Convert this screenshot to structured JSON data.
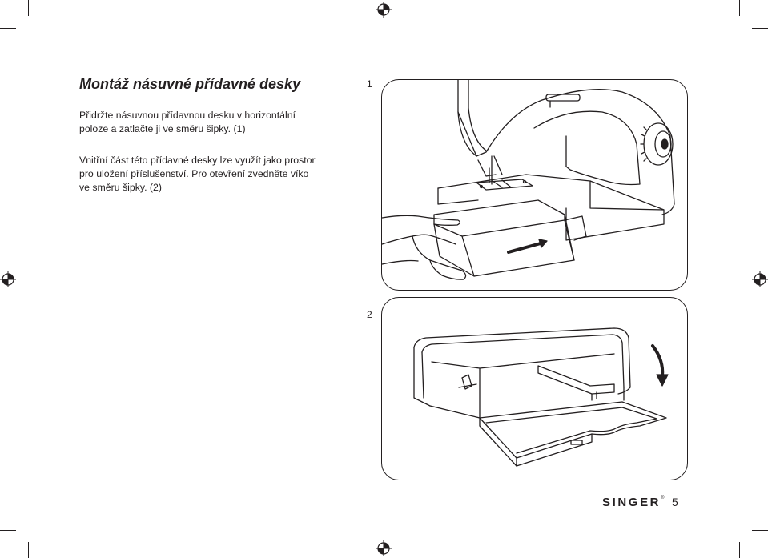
{
  "page": {
    "title": "Montáž násuvné přídavné desky",
    "paragraph1": [
      "Přidržte násuvnou přídavnou desku v horizontální",
      "poloze a zatlačte ji ve směru šipky. (1)"
    ],
    "paragraph2": [
      "Vnitřní část této přídavné desky lze využít jako prostor",
      "pro uložení příslušenství. Pro otevření zvedněte víko",
      "ve směru šipky. (2)"
    ],
    "figure1_number": "1",
    "figure2_number": "2",
    "brand": "SINGER",
    "brand_mark": "®",
    "page_number": "5"
  },
  "icons": [
    "registration-mark-icon",
    "arrow-right-icon",
    "arrow-curved-down-icon"
  ],
  "colors": {
    "ink": "#231f20",
    "background": "#ffffff"
  }
}
